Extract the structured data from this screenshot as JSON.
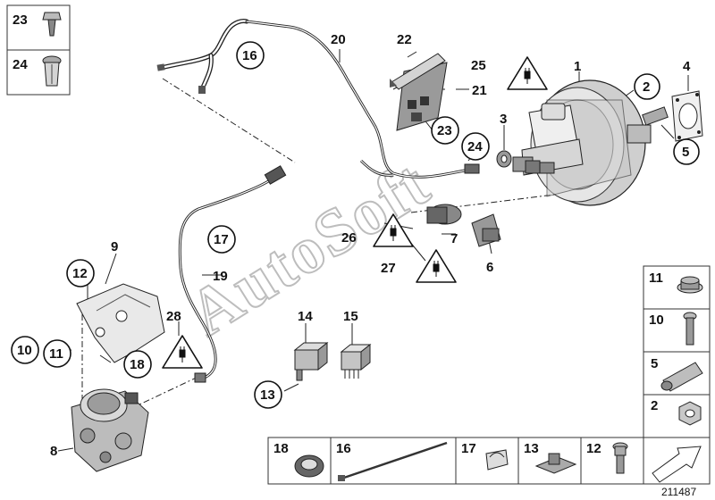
{
  "diagram": {
    "reference_number": "211487",
    "watermark": "AutoSoft",
    "callouts": [
      {
        "id": "c1",
        "label": "1"
      },
      {
        "id": "c2",
        "label": "2"
      },
      {
        "id": "c3",
        "label": "3"
      },
      {
        "id": "c4",
        "label": "4"
      },
      {
        "id": "c5",
        "label": "5"
      },
      {
        "id": "c6",
        "label": "6"
      },
      {
        "id": "c7",
        "label": "7"
      },
      {
        "id": "c8",
        "label": "8"
      },
      {
        "id": "c9",
        "label": "9"
      },
      {
        "id": "c10",
        "label": "10"
      },
      {
        "id": "c11",
        "label": "11"
      },
      {
        "id": "c12",
        "label": "12"
      },
      {
        "id": "c13",
        "label": "13"
      },
      {
        "id": "c14",
        "label": "14"
      },
      {
        "id": "c15",
        "label": "15"
      },
      {
        "id": "c16",
        "label": "16"
      },
      {
        "id": "c17",
        "label": "17"
      },
      {
        "id": "c18",
        "label": "18"
      },
      {
        "id": "c19",
        "label": "19"
      },
      {
        "id": "c20",
        "label": "20"
      },
      {
        "id": "c21",
        "label": "21"
      },
      {
        "id": "c22",
        "label": "22"
      },
      {
        "id": "c23",
        "label": "23"
      },
      {
        "id": "c24",
        "label": "24"
      },
      {
        "id": "c25",
        "label": "25"
      },
      {
        "id": "c26",
        "label": "26"
      },
      {
        "id": "c27",
        "label": "27"
      },
      {
        "id": "c28",
        "label": "28"
      }
    ],
    "legend_top_left": [
      {
        "label": "23",
        "part": "clip-nut"
      },
      {
        "label": "24",
        "part": "spreading-rivet"
      }
    ],
    "legend_right": [
      {
        "label": "11",
        "part": "rubber-mount"
      },
      {
        "label": "10",
        "part": "bolt"
      },
      {
        "label": "5",
        "part": "fork-pin"
      },
      {
        "label": "2",
        "part": "hex-nut"
      }
    ],
    "legend_bottom": [
      {
        "label": "18",
        "part": "grommet"
      },
      {
        "label": "16",
        "part": "cable-tie"
      },
      {
        "label": "17",
        "part": "pipe-clip"
      },
      {
        "label": "13",
        "part": "bracket-clip"
      },
      {
        "label": "12",
        "part": "hex-screw"
      }
    ]
  }
}
